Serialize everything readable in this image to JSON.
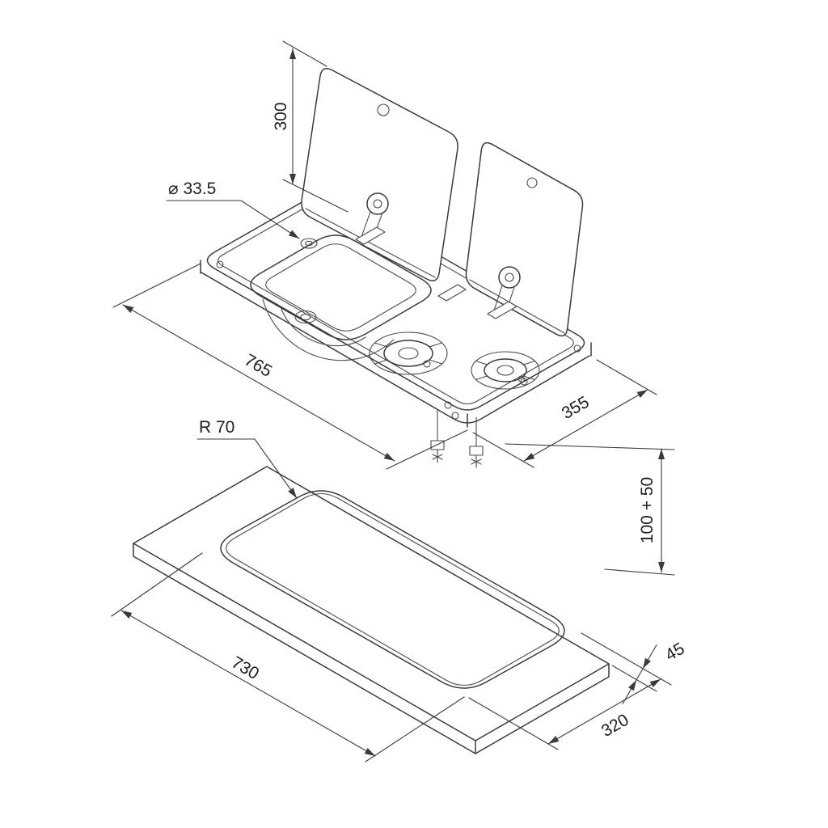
{
  "drawing": {
    "subject": "sink and hob combination unit with two glass lids - isometric view with worktop cutout template",
    "line_color": "#3a3a3a",
    "background": "#ffffff",
    "dimensions": {
      "lid_height": "300",
      "hole_diameter": "⌀ 33.5",
      "unit_length": "765",
      "unit_depth": "355",
      "unit_height": "100 + 50",
      "corner_radius": "R 70",
      "cutout_length": "730",
      "cutout_edge_offset": "45",
      "cutout_width": "320"
    }
  }
}
